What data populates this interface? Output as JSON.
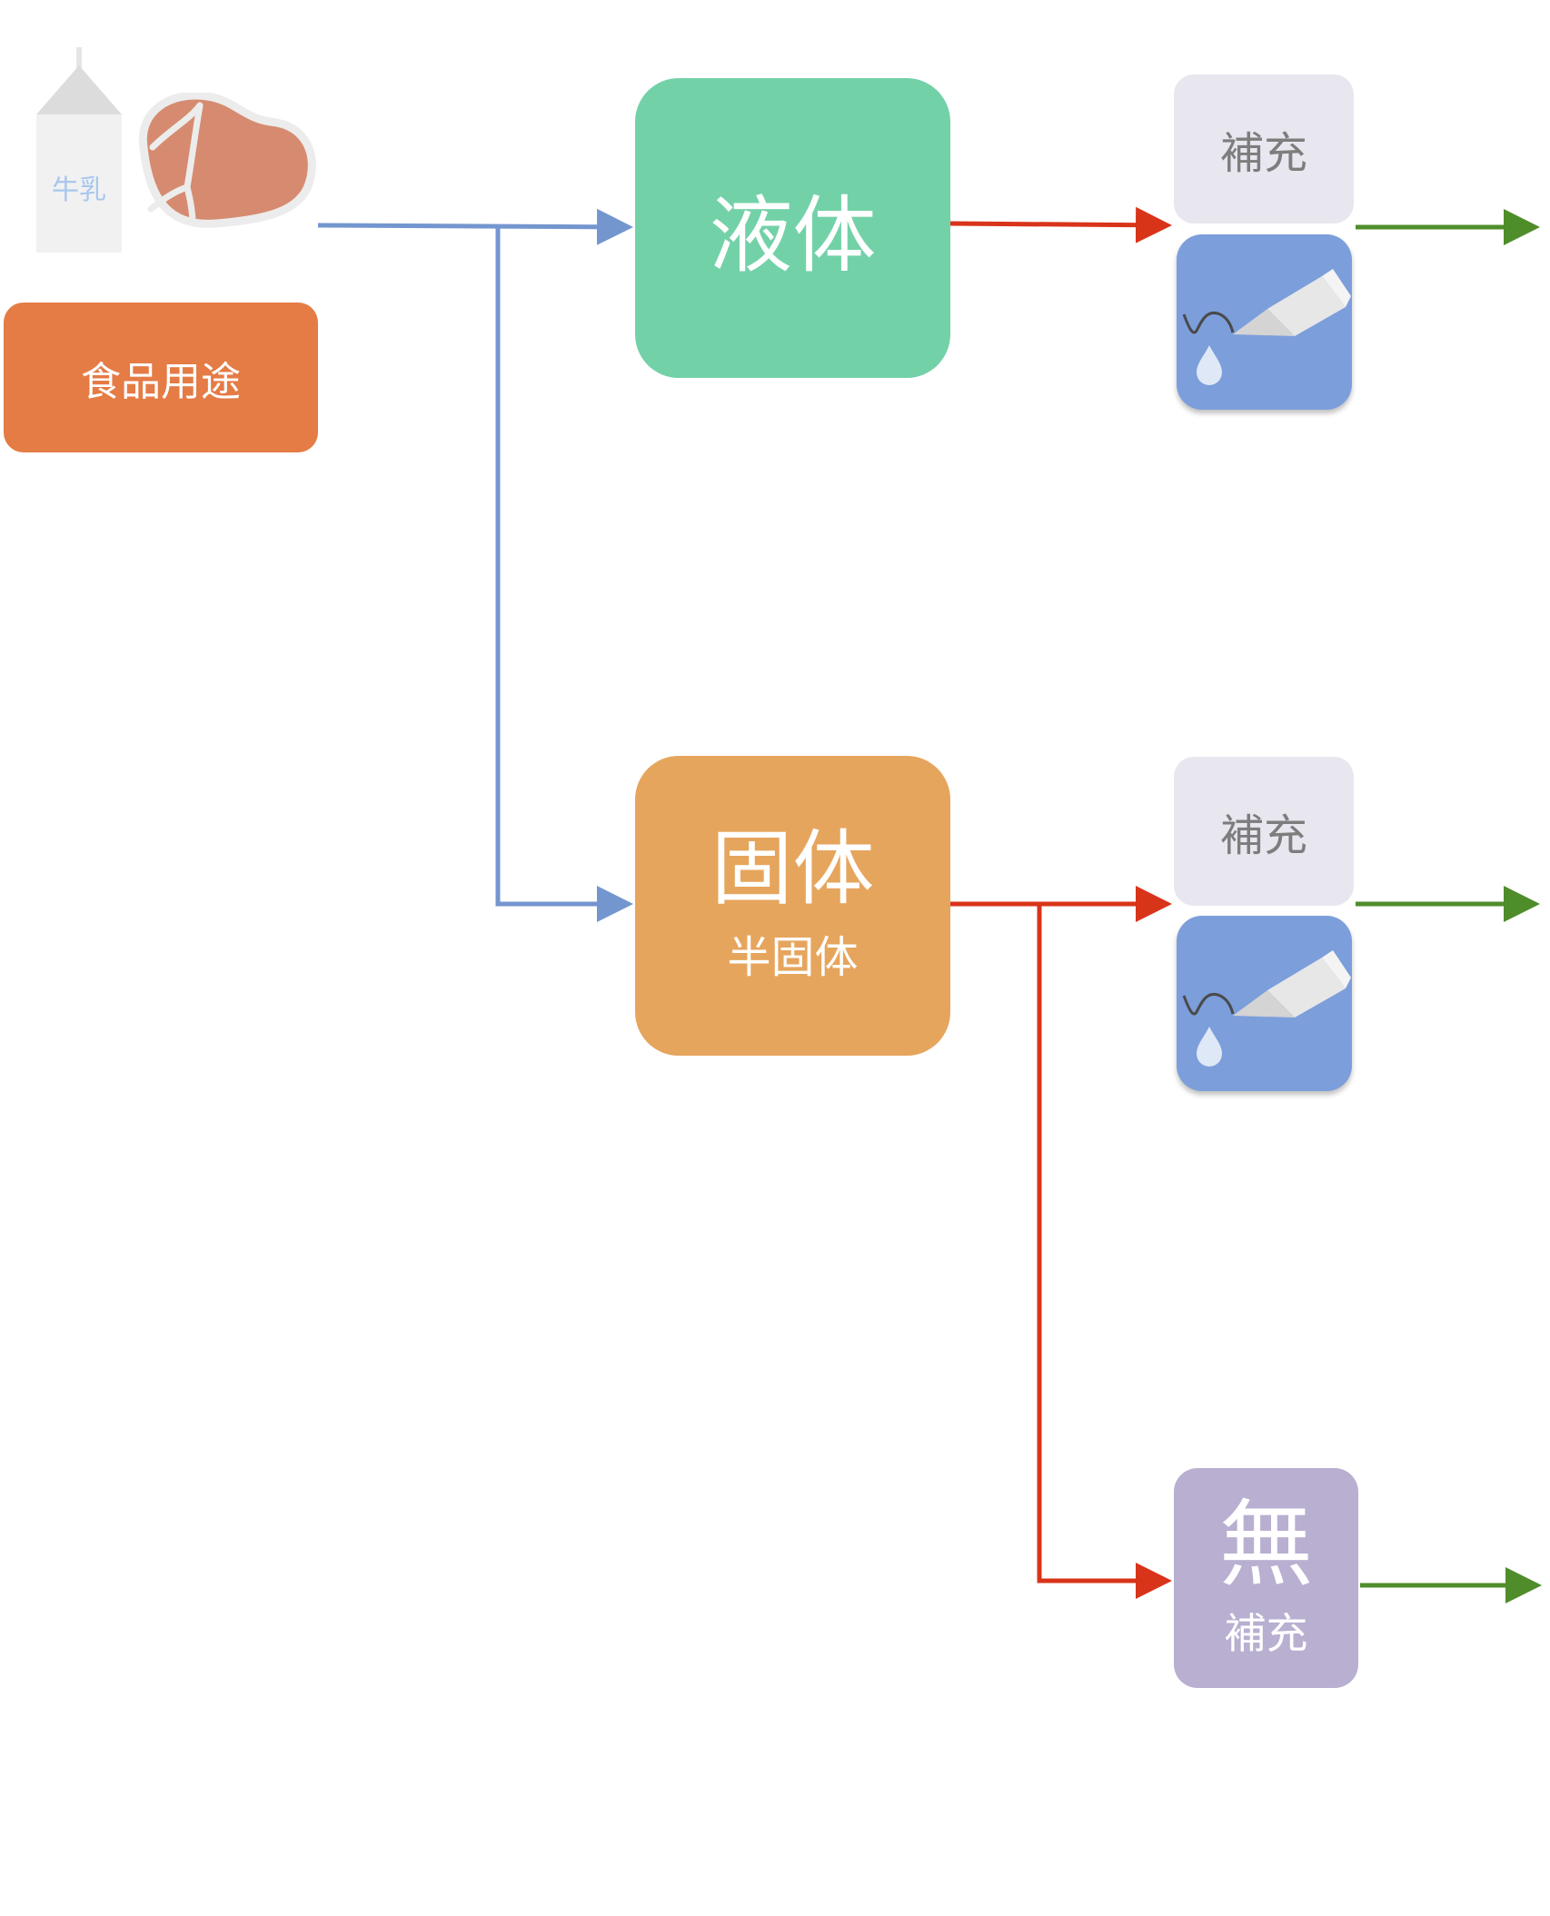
{
  "source": {
    "milk_label": "牛乳",
    "title": "食品用途",
    "icons": [
      "milk-carton-icon",
      "meat-icon"
    ]
  },
  "categories": {
    "liquid": {
      "label": "液体"
    },
    "solid": {
      "label": "固体",
      "sublabel": "半固体"
    }
  },
  "outcomes": {
    "liquid_supplement": {
      "label": "補充",
      "icon": "dropper-bottle-icon"
    },
    "solid_supplement": {
      "label": "補充",
      "icon": "dropper-bottle-icon"
    },
    "solid_none": {
      "label": "無",
      "sublabel": "補充"
    }
  },
  "colors": {
    "source_box": "#e57b45",
    "liquid_box": "#73d1a8",
    "solid_box": "#e6a55d",
    "supplement_label_bg": "#e8e6ef",
    "bottle_tile": "#7c9edb",
    "none_box": "#b9afd1",
    "source_connector": "#7496cf",
    "category_connector": "#d8341a",
    "output_connector": "#4f8d2b"
  }
}
